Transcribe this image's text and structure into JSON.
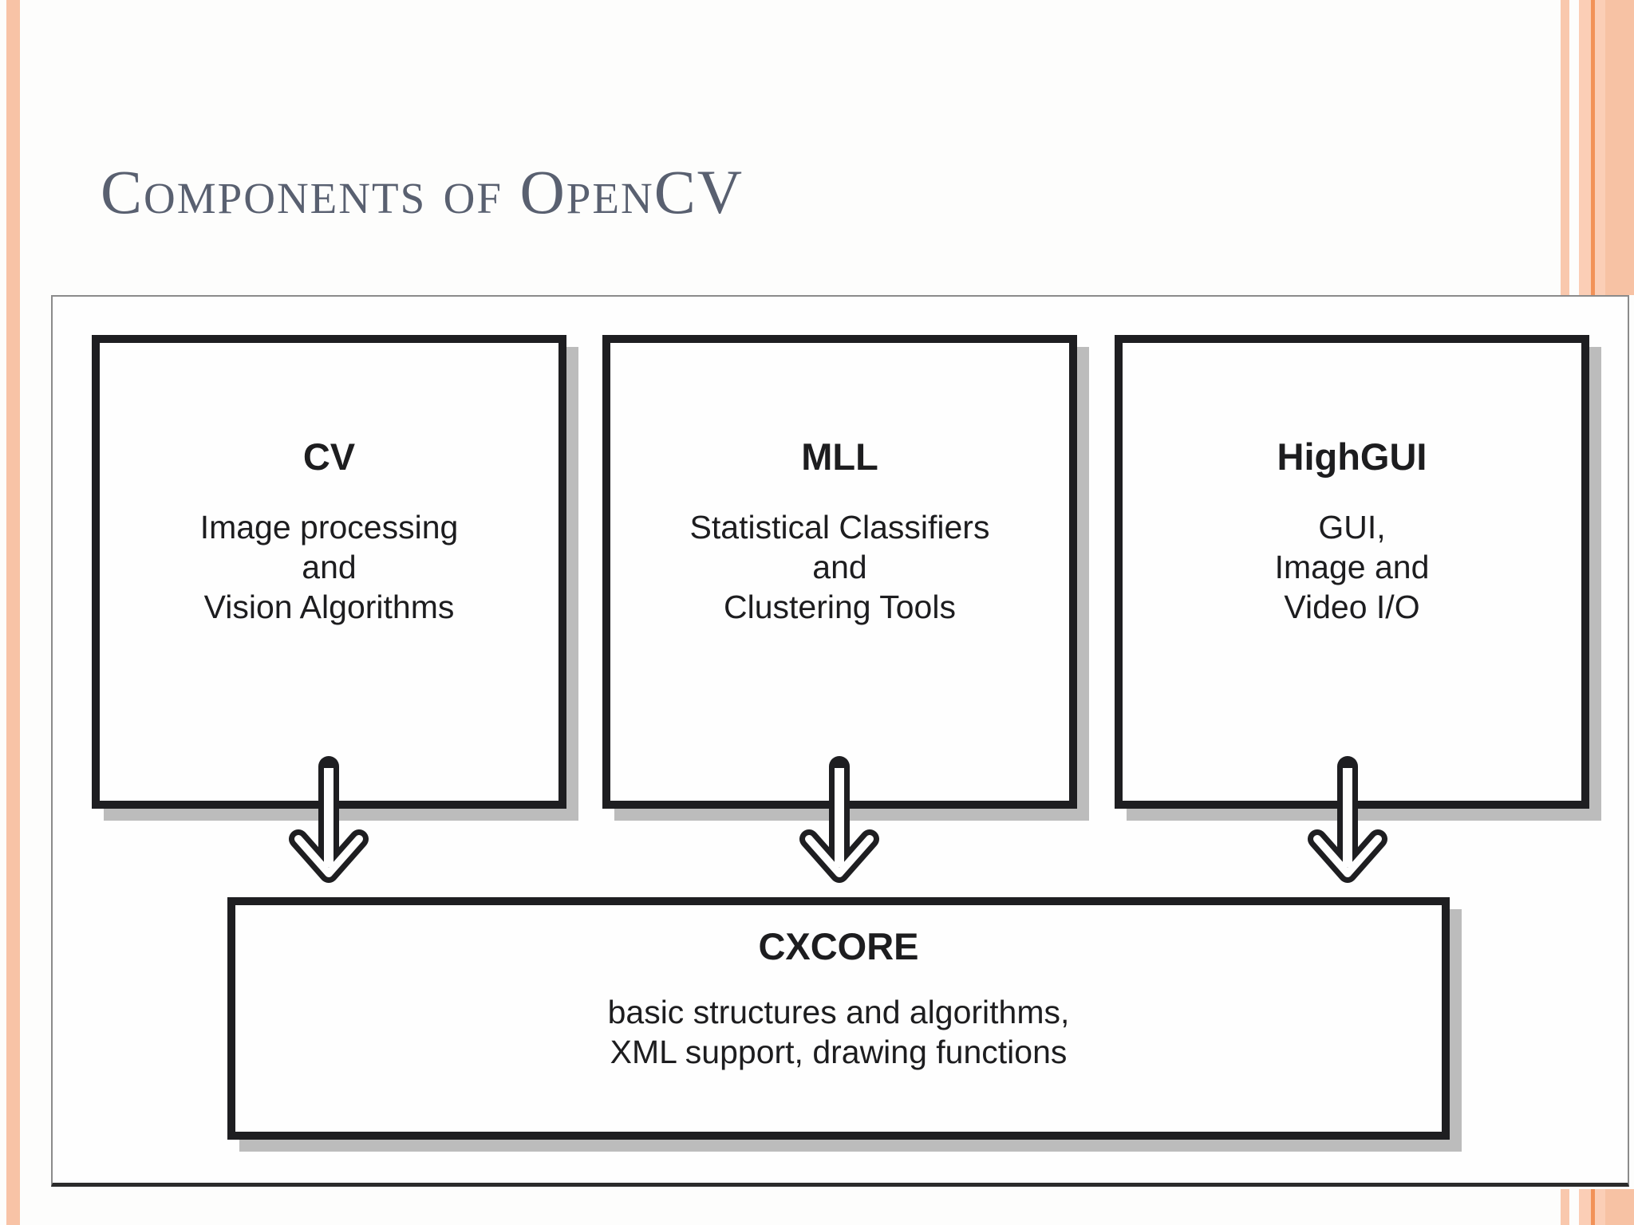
{
  "slide": {
    "title": "Components of OpenCV"
  },
  "colors": {
    "background": "#fdfdfc",
    "accent_stripe": "#f8c3a6",
    "accent_stripe_light": "#fbceb6",
    "accent_orange_line": "#f29258",
    "title_text": "#596070",
    "frame_border": "#8b8b8b",
    "box_border": "#1e1e21",
    "box_shadow": "#bcbcbc",
    "body_text": "#1d1d1f"
  },
  "diagram": {
    "modules": [
      {
        "name": "CV",
        "description_lines": [
          "Image processing",
          "and",
          "Vision Algorithms"
        ]
      },
      {
        "name": "MLL",
        "description_lines": [
          "Statistical Classifiers",
          "and",
          "Clustering Tools"
        ]
      },
      {
        "name": "HighGUI",
        "description_lines": [
          "GUI,",
          "Image and",
          "Video I/O"
        ]
      }
    ],
    "core": {
      "name": "CXCORE",
      "description_lines": [
        "basic structures and algorithms,",
        "XML support, drawing functions"
      ]
    }
  }
}
